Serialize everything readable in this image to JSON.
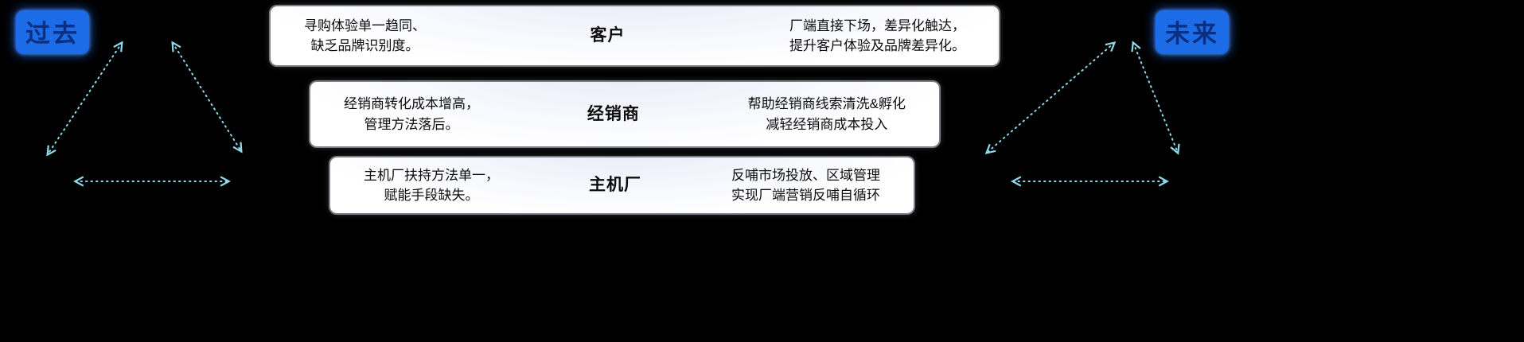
{
  "timeline": {
    "past": "过去",
    "future": "未来"
  },
  "rows": [
    {
      "left": "寻购体验单一趋同、\n缺乏品牌识别度。",
      "center": "客户",
      "right": "厂端直接下场，差异化触达，\n提升客户体验及品牌差异化。"
    },
    {
      "left": "经销商转化成本增高，\n管理方法落后。",
      "center": "经销商",
      "right": "帮助经销商线索清洗&孵化\n减轻经销商成本投入"
    },
    {
      "left": "主机厂扶持方法单一，\n赋能手段缺失。",
      "center": "主机厂",
      "right": "反哺市场投放、区域管理\n实现厂端营销反哺自循环"
    }
  ],
  "colors": {
    "badge_background": "#1c6ce8",
    "badge_text": "#0a2f80",
    "arrow_cyan": "#8ed9ea",
    "canvas_background": "#000000"
  }
}
